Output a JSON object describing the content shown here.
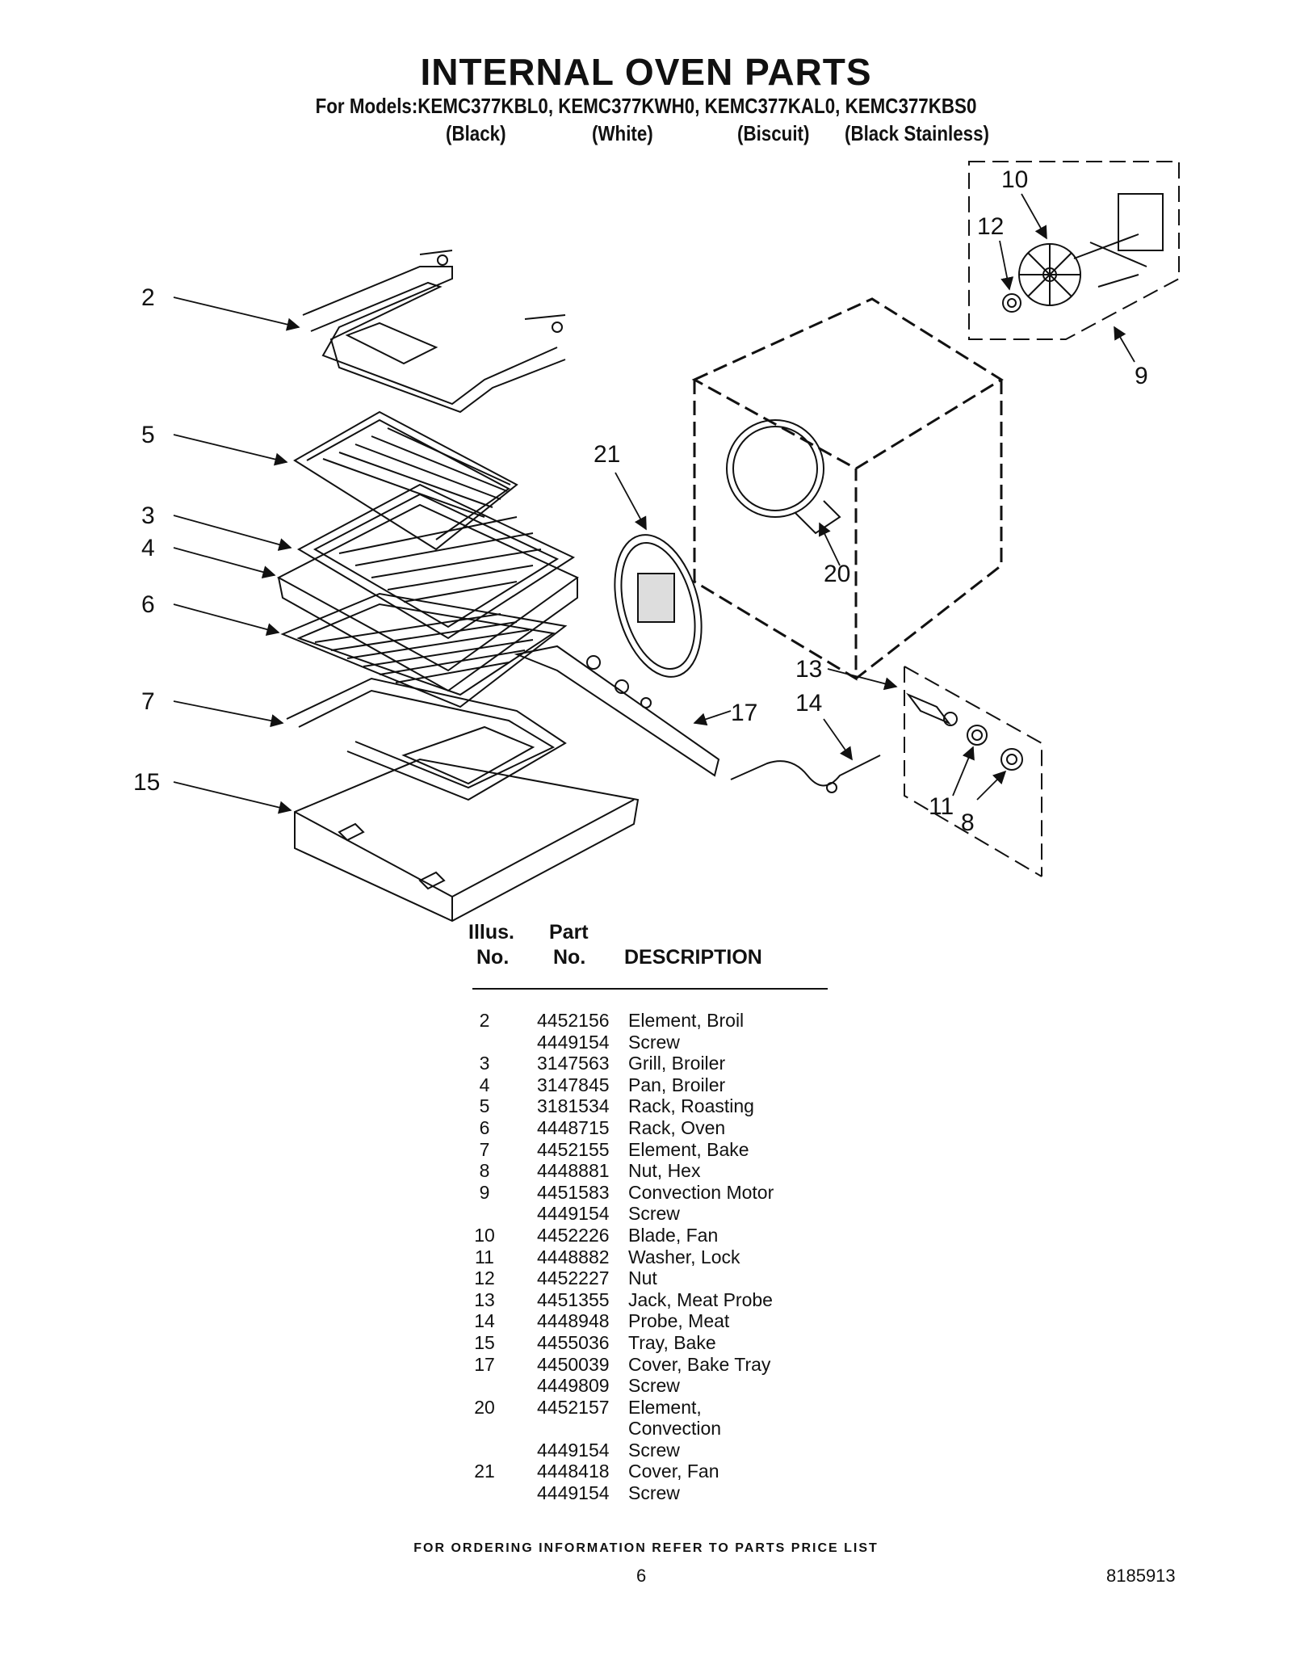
{
  "header": {
    "title": "INTERNAL OVEN PARTS",
    "models": "For Models:KEMC377KBL0, KEMC377KWH0, KEMC377KAL0, KEMC377KBS0",
    "variants": [
      "(Black)",
      "(White)",
      "(Biscuit)",
      "(Black Stainless)"
    ]
  },
  "diagram": {
    "callouts": [
      "2",
      "5",
      "3",
      "4",
      "6",
      "7",
      "15",
      "21",
      "20",
      "10",
      "12",
      "9",
      "13",
      "14",
      "17",
      "11",
      "8"
    ]
  },
  "parts_table": {
    "headers": {
      "illus_top": "Illus.",
      "illus_bottom": "No.",
      "part_top": "Part",
      "part_bottom": "No.",
      "description": "DESCRIPTION"
    },
    "rows": [
      {
        "illus": "2",
        "part": "4452156",
        "desc": "Element, Broil"
      },
      {
        "illus": "",
        "part": "4449154",
        "desc": "Screw"
      },
      {
        "illus": "3",
        "part": "3147563",
        "desc": "Grill, Broiler"
      },
      {
        "illus": "4",
        "part": "3147845",
        "desc": "Pan, Broiler"
      },
      {
        "illus": "5",
        "part": "3181534",
        "desc": "Rack, Roasting"
      },
      {
        "illus": "6",
        "part": "4448715",
        "desc": "Rack, Oven"
      },
      {
        "illus": "7",
        "part": "4452155",
        "desc": "Element, Bake"
      },
      {
        "illus": "8",
        "part": "4448881",
        "desc": "Nut, Hex"
      },
      {
        "illus": "9",
        "part": "4451583",
        "desc": "Convection Motor"
      },
      {
        "illus": "",
        "part": "4449154",
        "desc": "Screw"
      },
      {
        "illus": "10",
        "part": "4452226",
        "desc": "Blade, Fan"
      },
      {
        "illus": "11",
        "part": "4448882",
        "desc": "Washer, Lock"
      },
      {
        "illus": "12",
        "part": "4452227",
        "desc": "Nut"
      },
      {
        "illus": "13",
        "part": "4451355",
        "desc": "Jack, Meat Probe"
      },
      {
        "illus": "14",
        "part": "4448948",
        "desc": "Probe, Meat"
      },
      {
        "illus": "15",
        "part": "4455036",
        "desc": "Tray, Bake"
      },
      {
        "illus": "17",
        "part": "4450039",
        "desc": "Cover, Bake Tray"
      },
      {
        "illus": "",
        "part": "4449809",
        "desc": "Screw"
      },
      {
        "illus": "20",
        "part": "4452157",
        "desc": "Element,"
      },
      {
        "illus": "",
        "part": "",
        "desc": "Convection"
      },
      {
        "illus": "",
        "part": "4449154",
        "desc": "Screw"
      },
      {
        "illus": "21",
        "part": "4448418",
        "desc": "Cover, Fan"
      },
      {
        "illus": "",
        "part": "4449154",
        "desc": "Screw"
      }
    ]
  },
  "footer": {
    "ordering_note": "FOR ORDERING INFORMATION REFER TO PARTS PRICE LIST",
    "page_number": "6",
    "doc_number": "8185913"
  }
}
